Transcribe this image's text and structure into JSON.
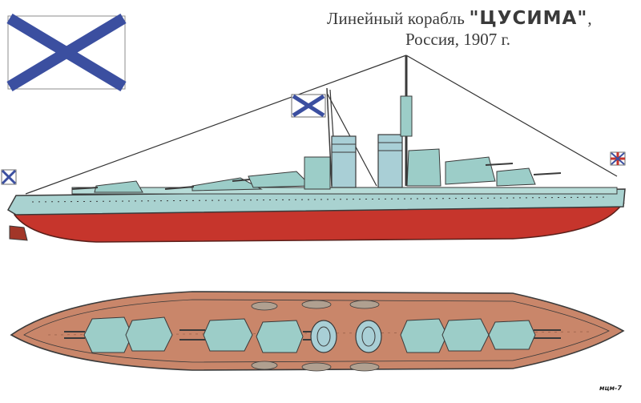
{
  "title": {
    "line1_prefix": "Линейный корабль ",
    "ship_name": "\"ЦУСИМА\"",
    "line1_suffix": ",",
    "line2": "Россия, 1907 г."
  },
  "signature": "мцм-7",
  "colors": {
    "flag_field": "#ffffff",
    "flag_cross": "#3b4fa0",
    "hull_upper": "#a9d2d0",
    "hull_lower": "#c6352c",
    "deck_wood": "#c9866a",
    "turret": "#9ccdc8",
    "funnel": "#a9cfd6",
    "outline": "#3a3a3a"
  },
  "icons": {
    "main_flag": "st-andrews-flag-icon",
    "masthead_flag": "st-andrews-pennant-icon",
    "stern_flag": "jack-flag-icon",
    "bow_flag": "bow-flag-icon"
  }
}
